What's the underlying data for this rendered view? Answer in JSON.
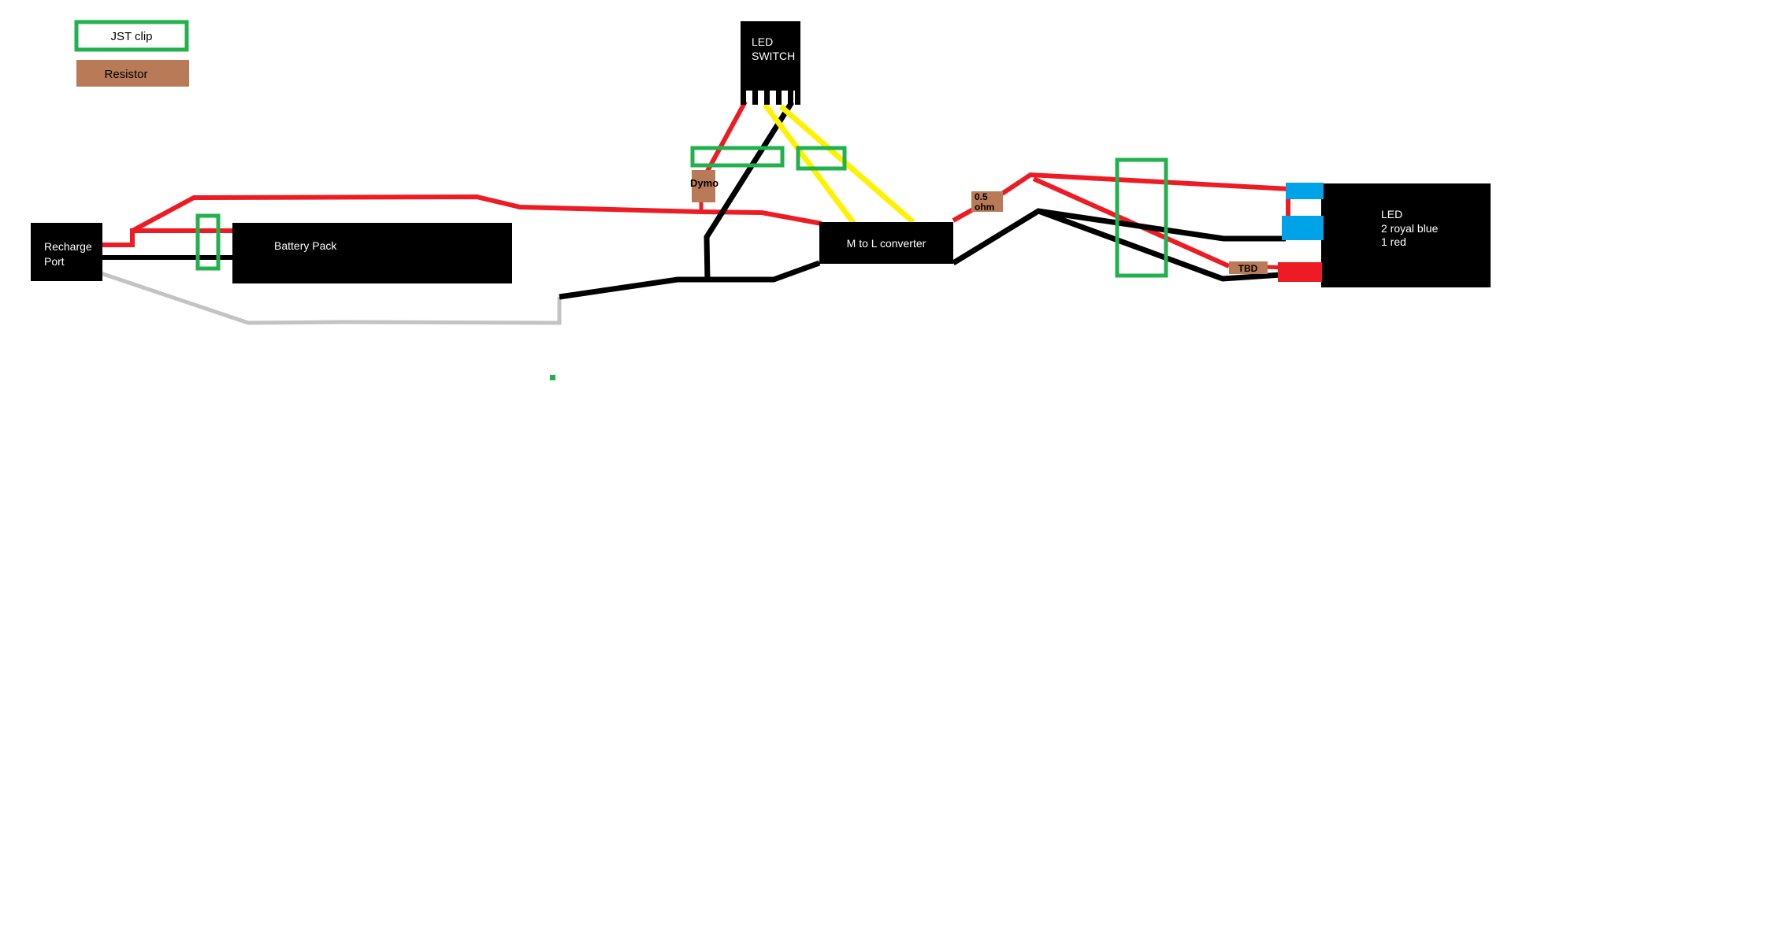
{
  "colors": {
    "white": "#FFFFFF",
    "black": "#000000",
    "wire_red": "#ED1C24",
    "wire_yellow": "#FFF200",
    "wire_gray": "#C3C3C3",
    "jst_green": "#22B14C",
    "resistor_brown": "#B97A57",
    "led_blue": "#00A2E8",
    "led_red": "#ED1C24",
    "text_white": "#FFFFFF",
    "text_black": "#000000"
  },
  "legend": {
    "jst_clip": "JST clip",
    "resistor": "Resistor"
  },
  "components": {
    "led_switch": {
      "line1": "LED",
      "line2": "SWITCH"
    },
    "recharge_port": {
      "line1": "Recharge",
      "line2": "Port"
    },
    "battery_pack": {
      "label": "Battery Pack"
    },
    "converter": {
      "label": "M to L converter"
    },
    "dymo_resistor": {
      "label": "Dymo"
    },
    "half_ohm_resistor": {
      "line1": "0.5",
      "line2": "ohm"
    },
    "tbd_resistor": {
      "label": "TBD"
    },
    "led_array": {
      "line1": "LED",
      "line2": "2 royal blue",
      "line3": "1 red"
    }
  }
}
